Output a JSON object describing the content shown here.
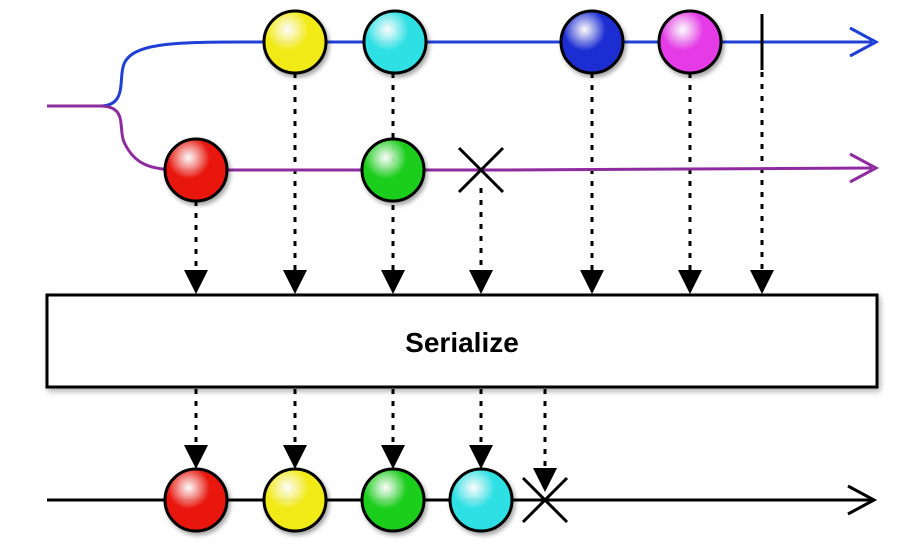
{
  "operator": {
    "label": "Serialize"
  },
  "colors": {
    "upper_timeline": "#1f3fd6",
    "lower_timeline": "#8e2b9e",
    "output_timeline": "#000000",
    "red": "#e8190f",
    "yellow": "#f2ea16",
    "cyan": "#2fe0e4",
    "blue": "#1e2fd2",
    "magenta": "#e43ae6",
    "green": "#1fce1f"
  },
  "inputs": [
    {
      "name": "upper-stream",
      "emissions": [
        "yellow",
        "cyan",
        "blue",
        "magenta"
      ],
      "terminates": "completed"
    },
    {
      "name": "lower-stream",
      "emissions": [
        "red",
        "green"
      ],
      "terminates": "error"
    }
  ],
  "output": {
    "emissions": [
      "red",
      "yellow",
      "green",
      "cyan"
    ],
    "terminates": "error"
  }
}
